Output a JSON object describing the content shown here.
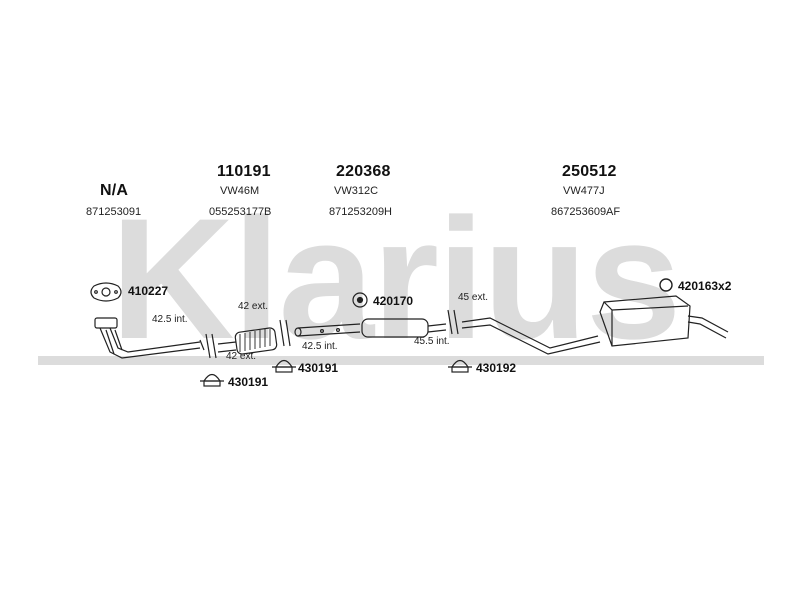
{
  "watermark": {
    "text": "Klarius",
    "color": "#d9d9d9"
  },
  "colors": {
    "line": "#222222"
  },
  "components": [
    {
      "part_no": "N/A",
      "ref": "",
      "oem": "871253091",
      "icon": "manifold-downpipe-icon"
    },
    {
      "part_no": "110191",
      "ref": "VW46M",
      "oem": "055253177B",
      "icon": "front-pipe-flex-icon"
    },
    {
      "part_no": "220368",
      "ref": "VW312C",
      "oem": "871253209H",
      "icon": "centre-silencer-icon"
    },
    {
      "part_no": "250512",
      "ref": "VW477J",
      "oem": "867253609AF",
      "icon": "rear-silencer-icon"
    }
  ],
  "accessories": [
    {
      "code": "410227",
      "icon": "gasket-icon"
    },
    {
      "code": "420170",
      "icon": "rubber-mount-icon"
    },
    {
      "code": "420163x2",
      "icon": "rubber-ring-icon"
    },
    {
      "code": "430191",
      "icon": "clamp-icon"
    },
    {
      "code": "430191",
      "icon": "clamp-icon"
    },
    {
      "code": "430192",
      "icon": "clamp-icon"
    }
  ],
  "fittings": [
    "42.5 int.",
    "42 ext.",
    "42 ext.",
    "42.5 int.",
    "45 ext.",
    "45.5 int."
  ]
}
